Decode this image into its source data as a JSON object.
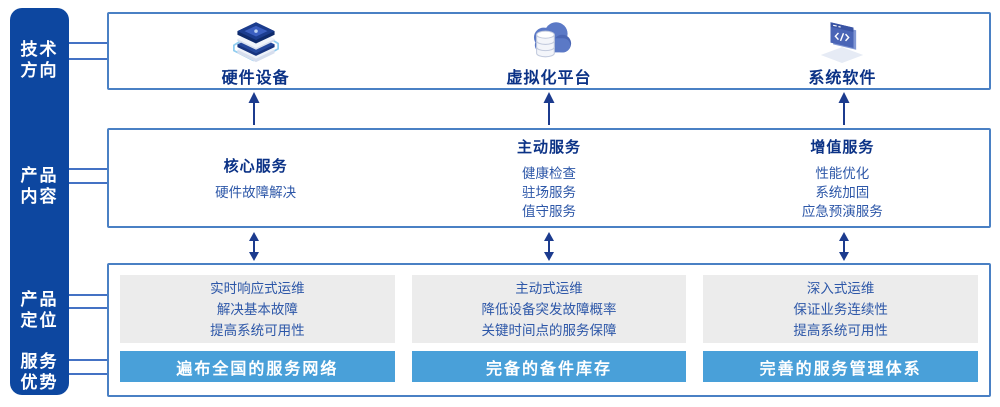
{
  "colors": {
    "sidebar_blue": "#0d47a0",
    "box_border_blue": "#4a80c4",
    "connector_blue": "#4472c4",
    "title_navy": "#0b3286",
    "body_blue": "#2d57a8",
    "arrow_navy": "#1c3b8e",
    "panel_gray": "#ececec",
    "advantage_bar_blue": "#49a0d9"
  },
  "sidebar": {
    "items": [
      {
        "id": "tech-direction",
        "line1": "技术",
        "line2": "方向"
      },
      {
        "id": "product-content",
        "line1": "产品",
        "line2": "内容"
      },
      {
        "id": "product-positioning",
        "line1": "产品",
        "line2": "定位"
      },
      {
        "id": "service-advantage",
        "line1": "服务",
        "line2": "优势"
      }
    ]
  },
  "tech_row": {
    "columns": [
      {
        "icon": "hardware-stack-icon",
        "label": "硬件设备"
      },
      {
        "icon": "cloud-database-icon",
        "label": "虚拟化平台"
      },
      {
        "icon": "code-window-icon",
        "label": "系统软件"
      }
    ]
  },
  "content_row": {
    "columns": [
      {
        "title": "核心服务",
        "items": [
          "硬件故障解决"
        ]
      },
      {
        "title": "主动服务",
        "items": [
          "健康检查",
          "驻场服务",
          "值守服务"
        ]
      },
      {
        "title": "增值服务",
        "items": [
          "性能优化",
          "系统加固",
          "应急预演服务"
        ]
      }
    ]
  },
  "bottom_row": {
    "columns": [
      {
        "positioning": [
          "实时响应式运维",
          "解决基本故障",
          "提高系统可用性"
        ],
        "advantage": "遍布全国的服务网络"
      },
      {
        "positioning": [
          "主动式运维",
          "降低设备突发故障概率",
          "关键时间点的服务保障"
        ],
        "advantage": "完备的备件库存"
      },
      {
        "positioning": [
          "深入式运维",
          "保证业务连续性",
          "提高系统可用性"
        ],
        "advantage": "完善的服务管理体系"
      }
    ]
  }
}
